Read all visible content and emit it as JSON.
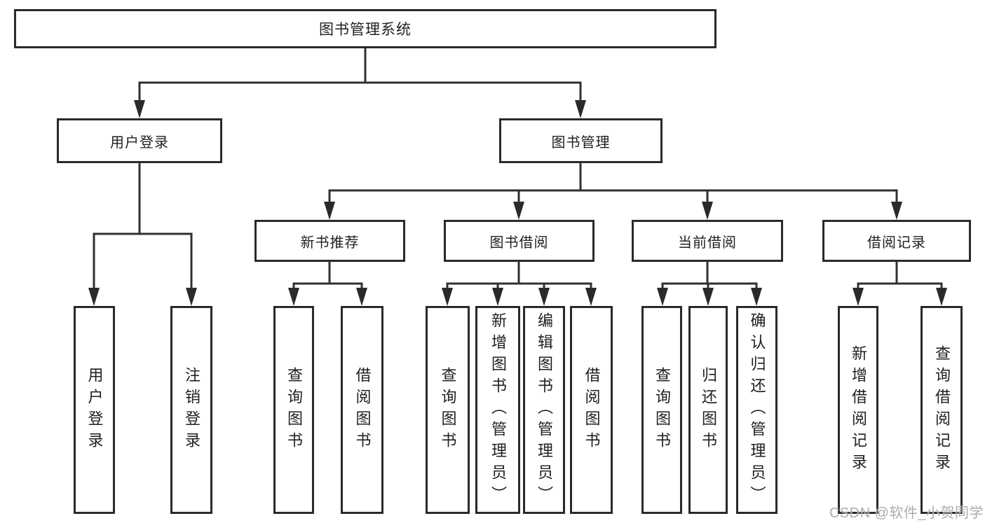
{
  "tree": {
    "root": {
      "label": "图书管理系统"
    },
    "branches": [
      {
        "label": "用户登录",
        "children": [
          {
            "label": "用户登录"
          },
          {
            "label": "注销登录"
          }
        ]
      },
      {
        "label": "图书管理",
        "children": [
          {
            "label": "新书推荐",
            "children": [
              {
                "label": "查询图书"
              },
              {
                "label": "借阅图书"
              }
            ]
          },
          {
            "label": "图书借阅",
            "children": [
              {
                "label": "查询图书"
              },
              {
                "label": "新增图书（管理员）"
              },
              {
                "label": "编辑图书（管理员）"
              },
              {
                "label": "借阅图书"
              }
            ]
          },
          {
            "label": "当前借阅",
            "children": [
              {
                "label": "查询图书"
              },
              {
                "label": "归还图书"
              },
              {
                "label": "确认归还（管理员）"
              }
            ]
          },
          {
            "label": "借阅记录",
            "children": [
              {
                "label": "新增借阅记录"
              },
              {
                "label": "查询借阅记录"
              }
            ]
          }
        ]
      }
    ]
  },
  "watermark": {
    "text": "CSDN @软件_小贺同学"
  },
  "colors": {
    "line": "#303030",
    "box_border": "#2a2a2a",
    "text": "#1f1f1f",
    "watermark": "#a8a8a8",
    "background": "#ffffff"
  }
}
